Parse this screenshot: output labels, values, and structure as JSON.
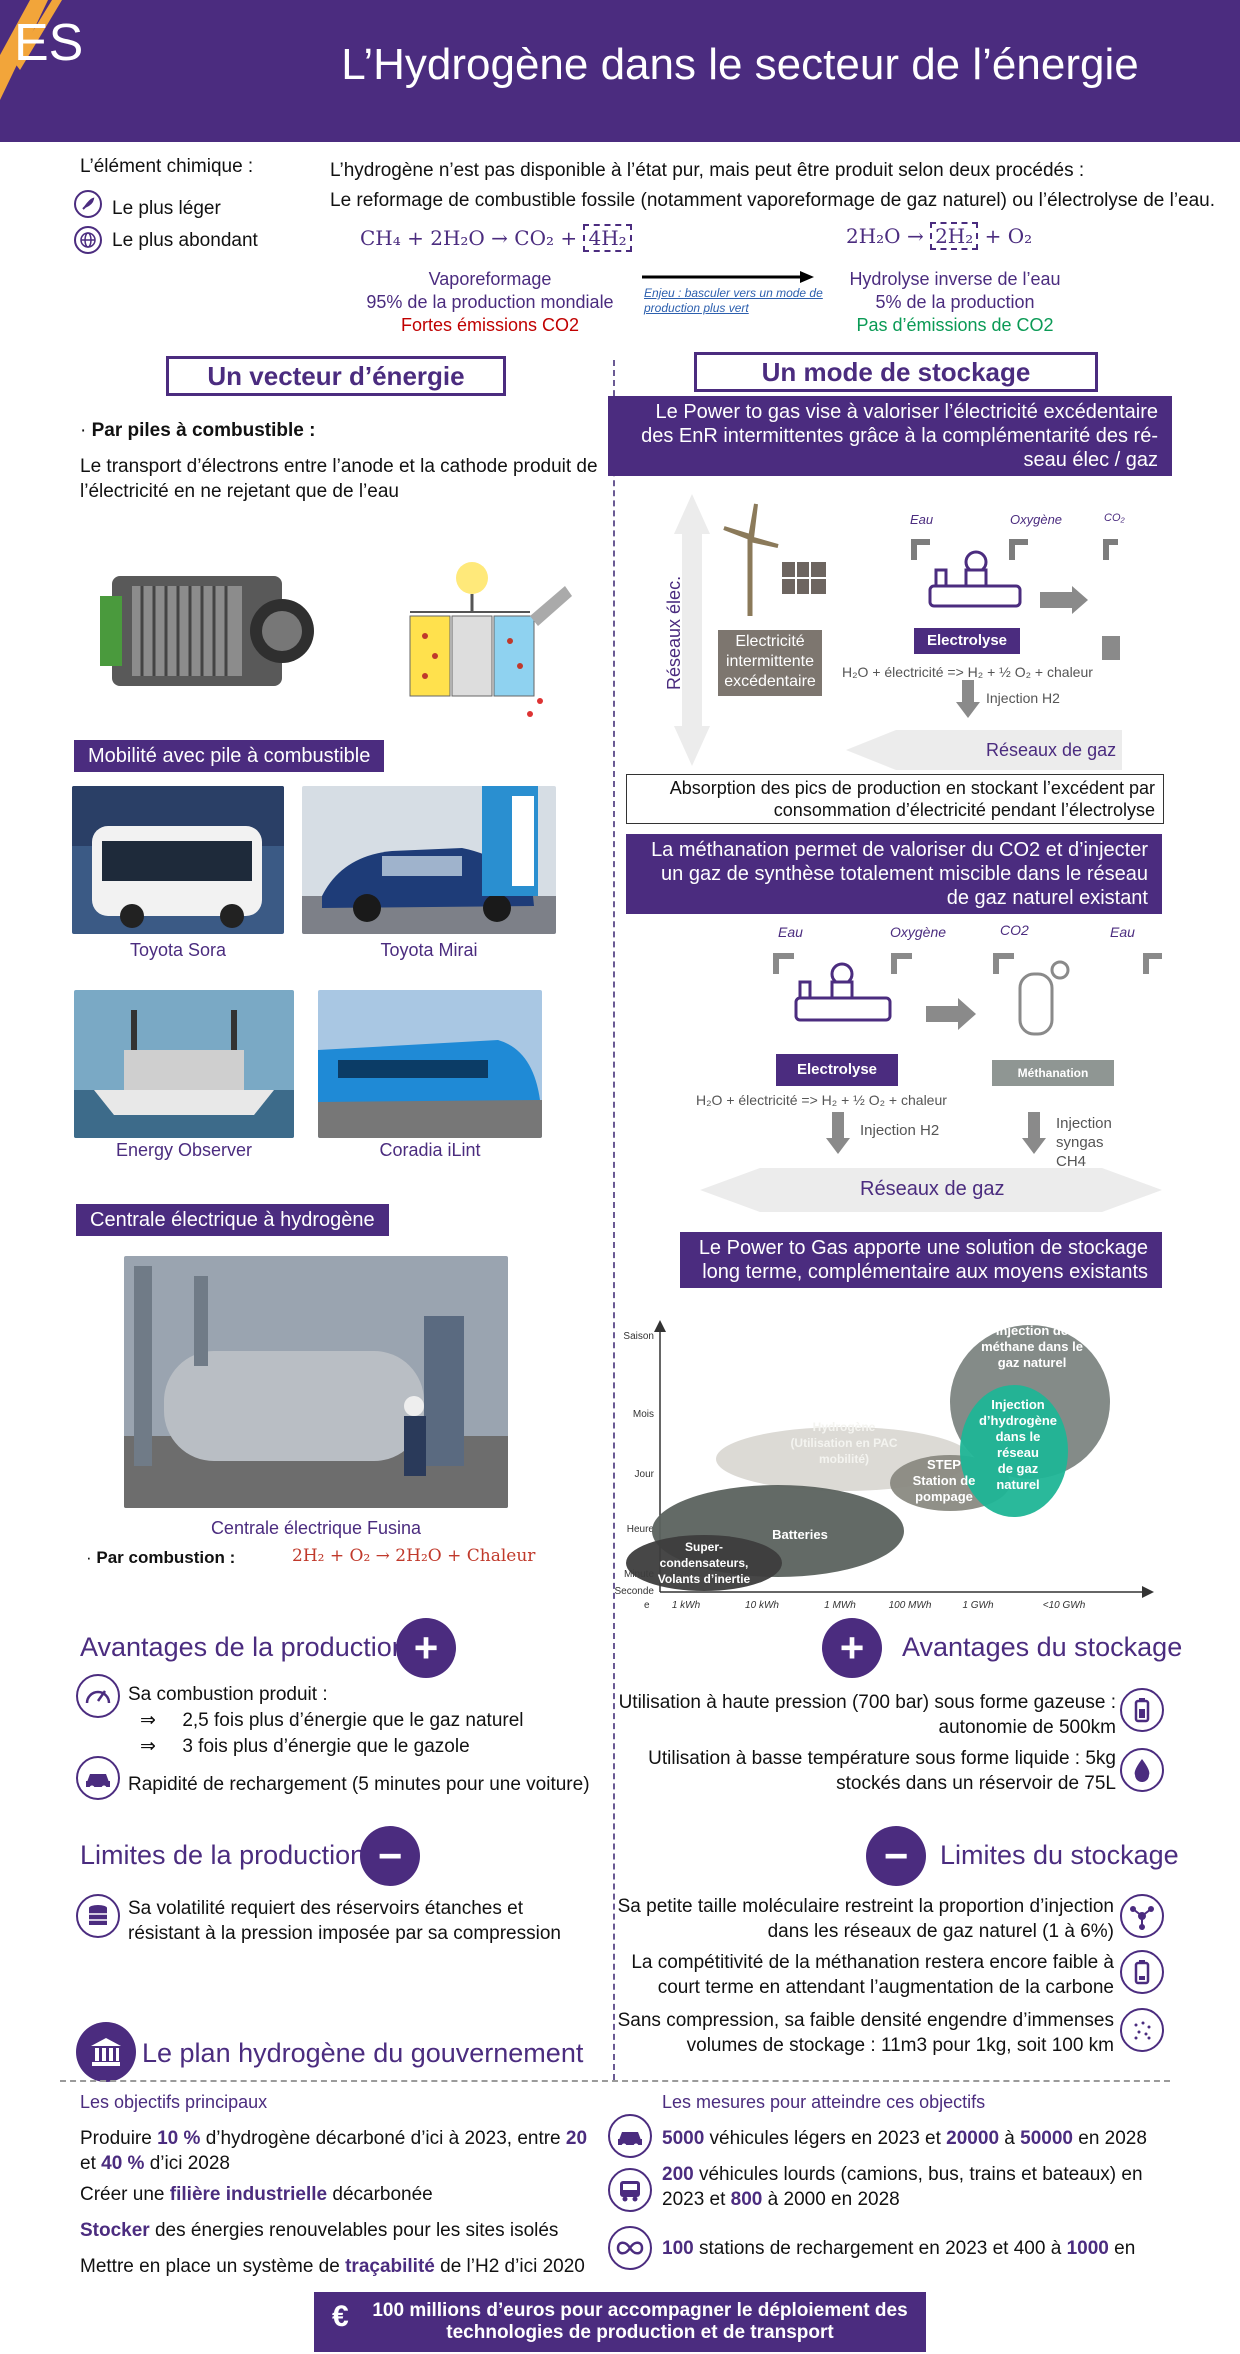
{
  "header": {
    "logo": "ES",
    "title": "L’Hydrogène dans le secteur de l’énergie"
  },
  "element": {
    "label": "L’élément chimique :",
    "item1": "Le plus léger",
    "item2": "Le plus abondant"
  },
  "production": {
    "line1": "L’hydrogène n’est pas disponible à l’état pur, mais peut être produit selon deux procédés :",
    "line2": "Le reformage de combustible fossile (notamment vaporeformage de gaz naturel) ou l’électrolyse de l’eau.",
    "eq1": "CH₄ + 2H₂O → CO₂ +",
    "eq1_box": "4H₂",
    "eq2": "2H₂O →",
    "eq2_box": "2H₂",
    "eq2_end": "+ O₂",
    "left_name": "Vaporeformage",
    "left_share": "95% de la production mondiale",
    "left_em": "Fortes émissions CO2",
    "enjeu": "Enjeu : basculer vers un mode de production plus vert",
    "right_name": "Hydrolyse inverse de l’eau",
    "right_share": "5% de la production",
    "right_em": "Pas d’émissions de CO2"
  },
  "vecteur": {
    "title": "Un vecteur d’énergie",
    "piles_label": "Par piles à combustible :",
    "piles_text": "Le transport d’électrons entre l’anode et la cathode produit de l’électricité en ne rejetant que de l’eau",
    "mobilite": "Mobilité avec pile à combustible",
    "vehicles": [
      "Toyota Sora",
      "Toyota Mirai",
      "Energy Observer",
      "Coradia iLint"
    ],
    "centrale": "Centrale électrique à hydrogène",
    "fusina": "Centrale électrique Fusina",
    "combustion_label": "Par combustion :",
    "combustion_eq": "2H₂ + O₂ → 2H₂O + Chaleur"
  },
  "stockage": {
    "title": "Un mode de stockage",
    "p2g": "Le Power to gas vise à valoriser l’électricité excédentaire des EnR intermittentes grâce à la complémentarité des ré-seau élec / gaz",
    "reseaux_elec": "Réseaux élec.",
    "elec_inter": "Electricité intermittente excédentaire",
    "eau": "Eau",
    "oxygene": "Oxygène",
    "co2_cut": "CO₂",
    "electrolyse": "Electrolyse",
    "reaction": "H₂O + électricité  => H₂ + ½ O₂ + chaleur",
    "injection_h2": "Injection H2",
    "reseaux_gaz": "Réseaux de gaz",
    "absorption": "Absorption des pics de production en stockant l’excédent par consommation d’électricité pendant l’électrolyse",
    "methanation_text": "La méthanation permet de valoriser du CO2 et d’injecter un gaz de synthèse totalement miscible dans le réseau de gaz naturel existant",
    "co2": "CO2",
    "methanation": "Méthanation",
    "injection_ch4": "Injection syngas CH4",
    "longterm": "Le Power to Gas apporte une solution de stockage long terme, complémentaire aux moyens existants"
  },
  "chart_data": {
    "type": "bubble",
    "y_ticks": [
      "Seconde",
      "Minute",
      "Heure",
      "Jour",
      "Mois",
      "Saison"
    ],
    "x_ticks": [
      "1 kWh",
      "10 kWh",
      "1 MWh",
      "100 MWh",
      "1 GWh",
      "<10 GWh"
    ],
    "x_first": "e",
    "bubbles": [
      {
        "name": "Super-condensateurs, Volants d’inertie",
        "color": "#3d3d3d"
      },
      {
        "name": "Batteries",
        "color": "#5b625e"
      },
      {
        "name": "Hydrogène (Utilisation en PAC mobilité)",
        "color": "#d8d6d0"
      },
      {
        "name": "STEP Station de pompage",
        "color": "#8a8a82"
      },
      {
        "name": "Injection de méthane dans le gaz naturel",
        "color": "#7d8582"
      },
      {
        "name": "Injection d’hydrogène dans le réseau de gaz naturel",
        "color": "#1fb596"
      }
    ]
  },
  "avantages_prod": {
    "title": "Avantages de la production",
    "item1": "Sa combustion produit :",
    "sub1": "2,5 fois plus d’énergie que le gaz naturel",
    "sub2": "3 fois plus d’énergie que le gazole",
    "item2": "Rapidité de rechargement (5 minutes pour une voiture)"
  },
  "limites_prod": {
    "title": "Limites de la production",
    "item1": "Sa volatilité requiert des réservoirs étanches et résistant à la pression imposée par sa compression"
  },
  "avantages_stock": {
    "title": "Avantages du stockage",
    "item1": "Utilisation à haute pression (700 bar) sous forme gazeuse : autonomie de 500km",
    "item2": "Utilisation à basse température sous forme liquide : 5kg stockés dans un réservoir de 75L"
  },
  "limites_stock": {
    "title": "Limites du stockage",
    "item1": "Sa petite taille moléculaire restreint la proportion d’injection dans les réseaux de gaz naturel (1 à 6%)",
    "item2": "La compétitivité de la méthanation restera encore faible à court terme en attendant l’augmentation de la carbone",
    "item3": "Sans compression, sa faible densité engendre d’immenses volumes de stockage : 11m3 pour 1kg, soit 100 km"
  },
  "plan": {
    "title": "Le plan hydrogène du gouvernement",
    "objectifs": "Les objectifs principaux",
    "mesures": "Les mesures pour atteindre ces objectifs",
    "footer": "100 millions d’euros pour accompagner le déploiement des technologies de production et de transport"
  }
}
